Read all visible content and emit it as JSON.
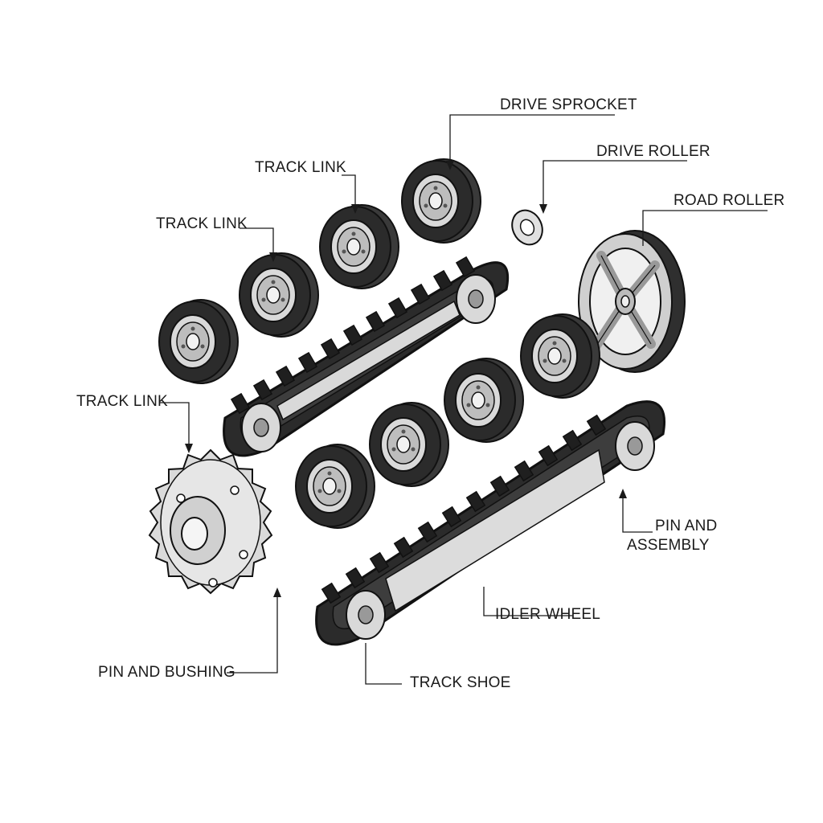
{
  "labels": {
    "drive_sprocket": "DRIVE SPROCKET",
    "drive_roller": "DRIVE ROLLER",
    "road_roller": "ROAD ROLLER",
    "track_link_top": "TRACK LINK",
    "track_link_mid": "TRACK LINK",
    "track_link_left": "TRACK LINK",
    "pin_and_assembly_1": "PIN AND",
    "pin_and_assembly_2": "ASSEMBLY",
    "idler_wheel": "IDLER WHEEL",
    "track_shoe": "TRACK SHOE",
    "pin_and_bushing": "PIN AND BUSHING"
  },
  "colors": {
    "rubber": "#2b2b2b",
    "rubber_side": "#4a4a4a",
    "metal": "#d8d8d8",
    "metal_dark": "#9a9a9a",
    "line": "#1a1a1a"
  }
}
